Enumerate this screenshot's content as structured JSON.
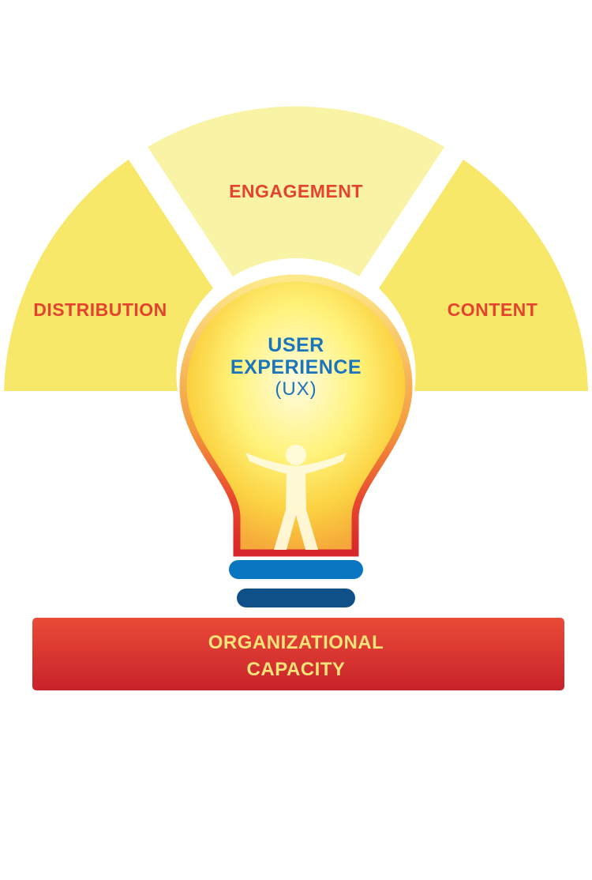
{
  "segments": {
    "left_label": "DISTRIBUTION",
    "top_label": "ENGAGEMENT",
    "right_label": "CONTENT"
  },
  "bulb": {
    "line1": "USER",
    "line2": "EXPERIENCE",
    "line3": "(UX)"
  },
  "foundation": {
    "line1": "ORGANIZATIONAL",
    "line2": "CAPACITY"
  },
  "colors": {
    "segment_yellow": "#f7e86a",
    "segment_pale": "#f9f3a6",
    "label_red": "#e5432e",
    "ux_blue": "#1b75bb",
    "base_blue": "#0a76c2",
    "base_dark_blue": "#0f5089",
    "foundation_red": "#e03a30"
  }
}
